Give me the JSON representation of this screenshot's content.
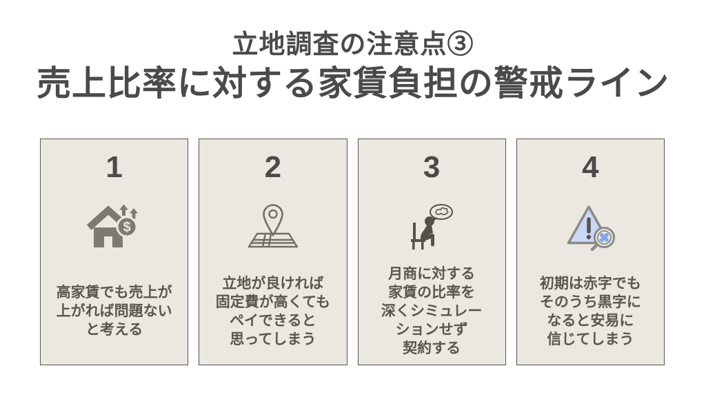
{
  "slide": {
    "title_line1": "立地調査の注意点③",
    "title_line2": "売上比率に対する家賃負担の警戒ライン"
  },
  "cards": [
    {
      "number": "1",
      "icon": "house-revenue-icon",
      "lines": [
        "高家賃でも売上が",
        "上がれば問題ない",
        "と考える"
      ]
    },
    {
      "number": "2",
      "icon": "map-pin-icon",
      "lines": [
        "立地が良ければ",
        "固定費が高くても",
        "ペイできると",
        "思ってしまう"
      ]
    },
    {
      "number": "3",
      "icon": "worried-person-icon",
      "lines": [
        "月商に対する",
        "家賃の比率を",
        "深くシミュレー",
        "ションせず",
        "契約する"
      ]
    },
    {
      "number": "4",
      "icon": "warning-search-icon",
      "lines": [
        "初期は赤字でも",
        "そのうち黒字に",
        "なると安易に",
        "信じてしまう"
      ]
    }
  ],
  "icons": {
    "dollar_sign": "$"
  },
  "colors": {
    "background": "#ffffff",
    "title_text": "#4a4a4a",
    "card_background": "#ebe8e1",
    "card_border": "#55534e",
    "card_text": "#57564f",
    "icon_gray": "#7c7b73",
    "icon_outline": "#6f6e67",
    "icon_dark": "#53514b",
    "warning_fill_blue": "#c9d8f7",
    "warning_x_blue": "#86a2e9"
  }
}
